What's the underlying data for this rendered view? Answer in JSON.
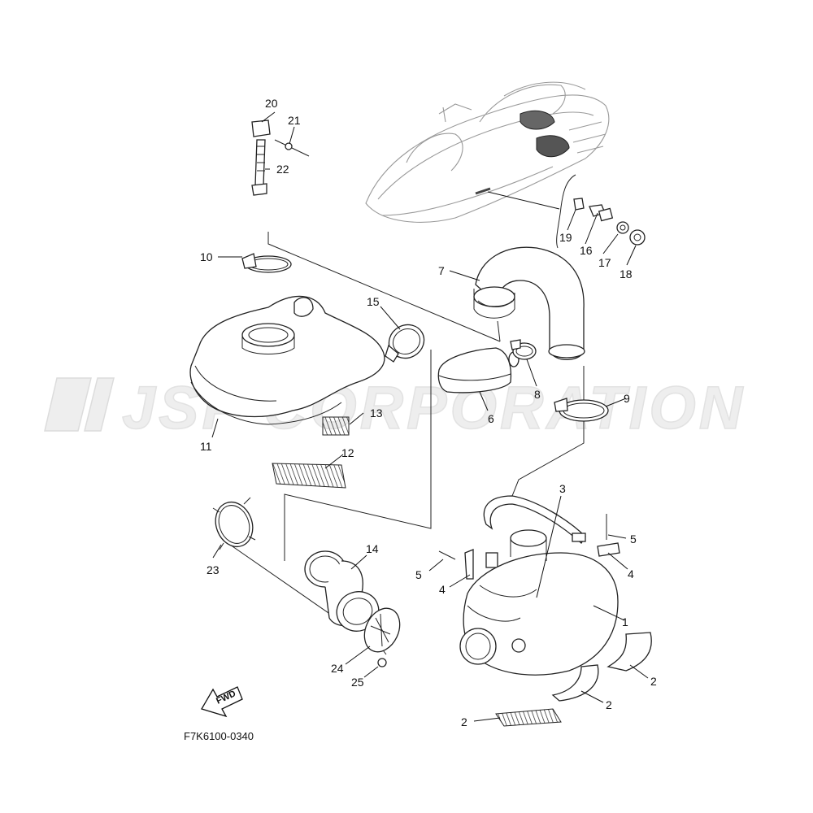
{
  "watermark": "JSP CORPORATION",
  "diagram_code": "F7K6100-0340",
  "fwd_label": "FWD",
  "callouts": {
    "c1": "1",
    "c2a": "2",
    "c2b": "2",
    "c2c": "2",
    "c3": "3",
    "c4a": "4",
    "c4b": "4",
    "c5a": "5",
    "c5b": "5",
    "c6": "6",
    "c7": "7",
    "c8": "8",
    "c9": "9",
    "c10": "10",
    "c11": "11",
    "c12": "12",
    "c13": "13",
    "c14": "14",
    "c15": "15",
    "c16": "16",
    "c17": "17",
    "c18": "18",
    "c19": "19",
    "c20": "20",
    "c21": "21",
    "c22": "22",
    "c23": "23",
    "c24": "24",
    "c25": "25"
  }
}
